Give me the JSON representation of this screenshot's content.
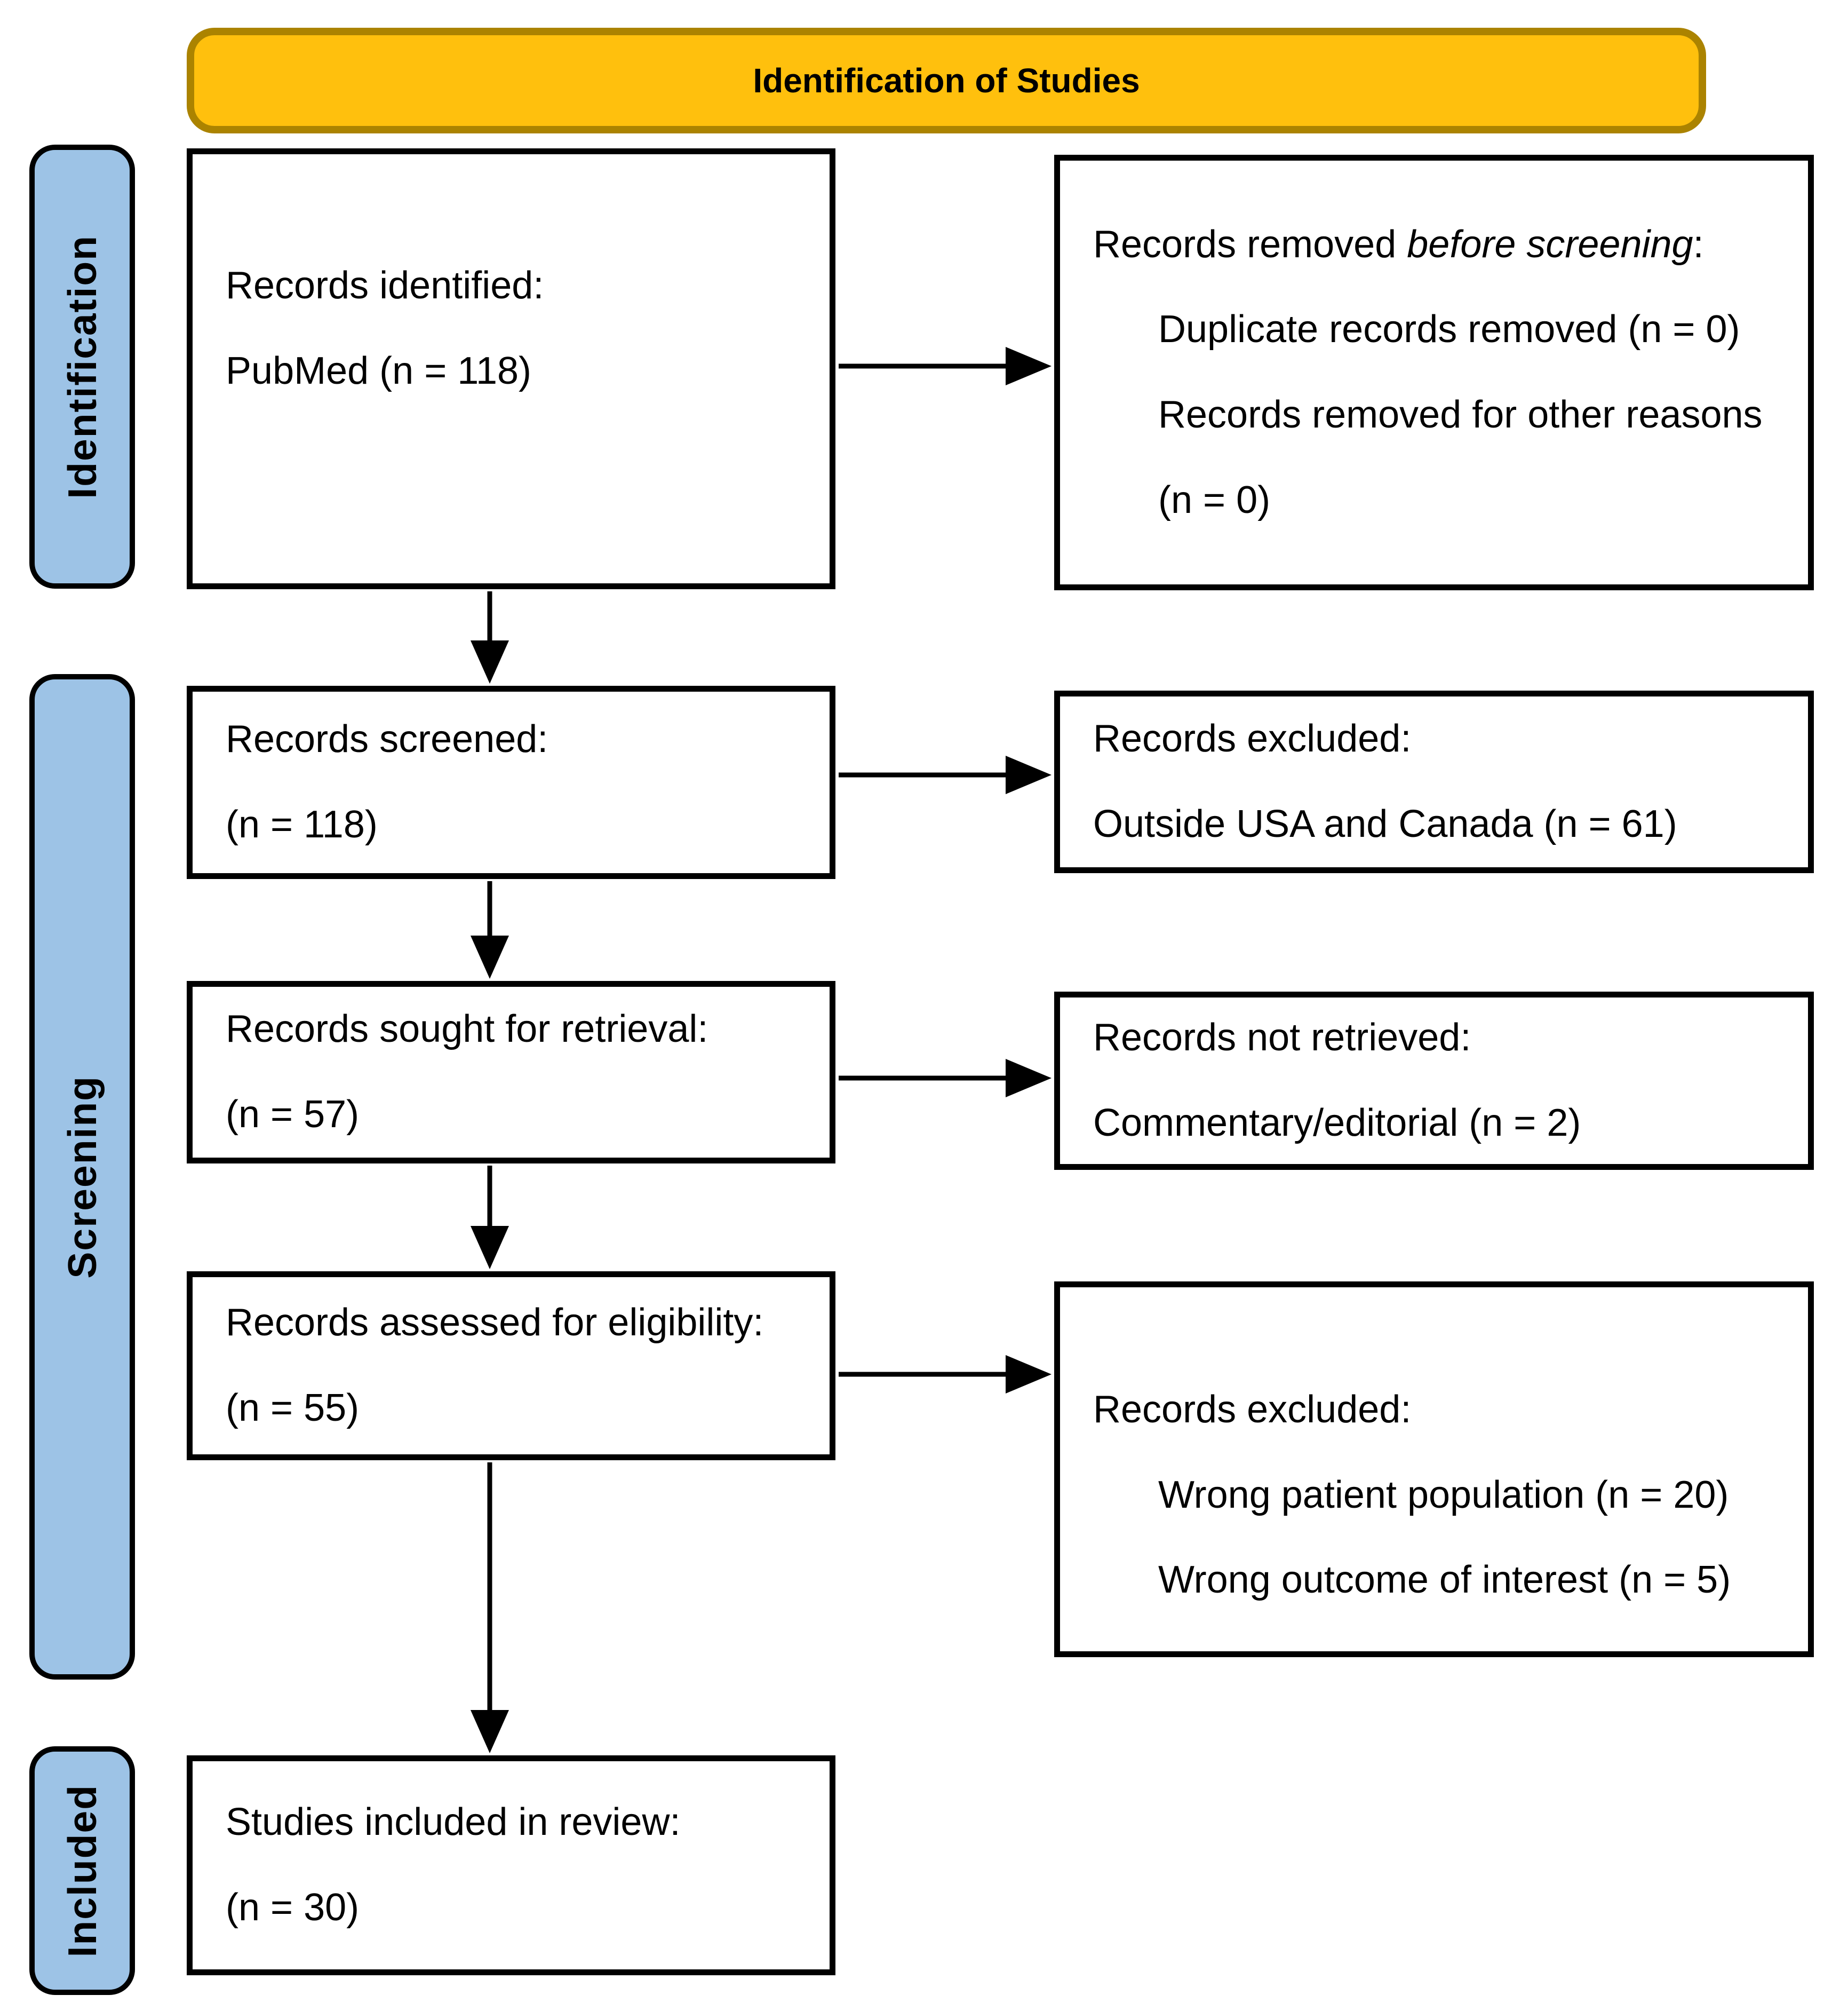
{
  "colors": {
    "header_fill": "#FFC00D",
    "header_border": "#AB8300",
    "stage_fill": "#9DC3E6",
    "box_border": "#000000",
    "background": "#FFFFFF"
  },
  "header": {
    "title": "Identification of Studies"
  },
  "stages": {
    "identification": "Identification",
    "screening": "Screening",
    "included": "Included"
  },
  "boxes": {
    "records_identified": {
      "line1": "Records identified:",
      "line2": "PubMed (n = 118)"
    },
    "records_removed": {
      "intro_prefix": "Records removed ",
      "intro_italic": "before screening",
      "intro_suffix": ":",
      "item1": "Duplicate records removed (n = 0)",
      "item2": "Records removed for other reasons",
      "item2_cont": "(n = 0)"
    },
    "records_screened": {
      "line1": "Records screened:",
      "line2": "(n = 118)"
    },
    "records_excluded_screening": {
      "line1": "Records excluded:",
      "line2": "Outside USA and Canada (n = 61)"
    },
    "records_sought": {
      "line1": "Records sought for retrieval:",
      "line2": "(n = 57)"
    },
    "records_not_retrieved": {
      "line1": "Records not retrieved:",
      "line2": "Commentary/editorial (n = 2)"
    },
    "records_assessed": {
      "line1": "Records assessed for eligibility:",
      "line2": "(n = 55)"
    },
    "records_excluded_eligibility": {
      "line1": "Records excluded:",
      "item1": "Wrong patient population (n = 20)",
      "item2": "Wrong outcome of interest (n = 5)"
    },
    "studies_included": {
      "line1": "Studies included in review:",
      "line2": "(n = 30)"
    }
  }
}
